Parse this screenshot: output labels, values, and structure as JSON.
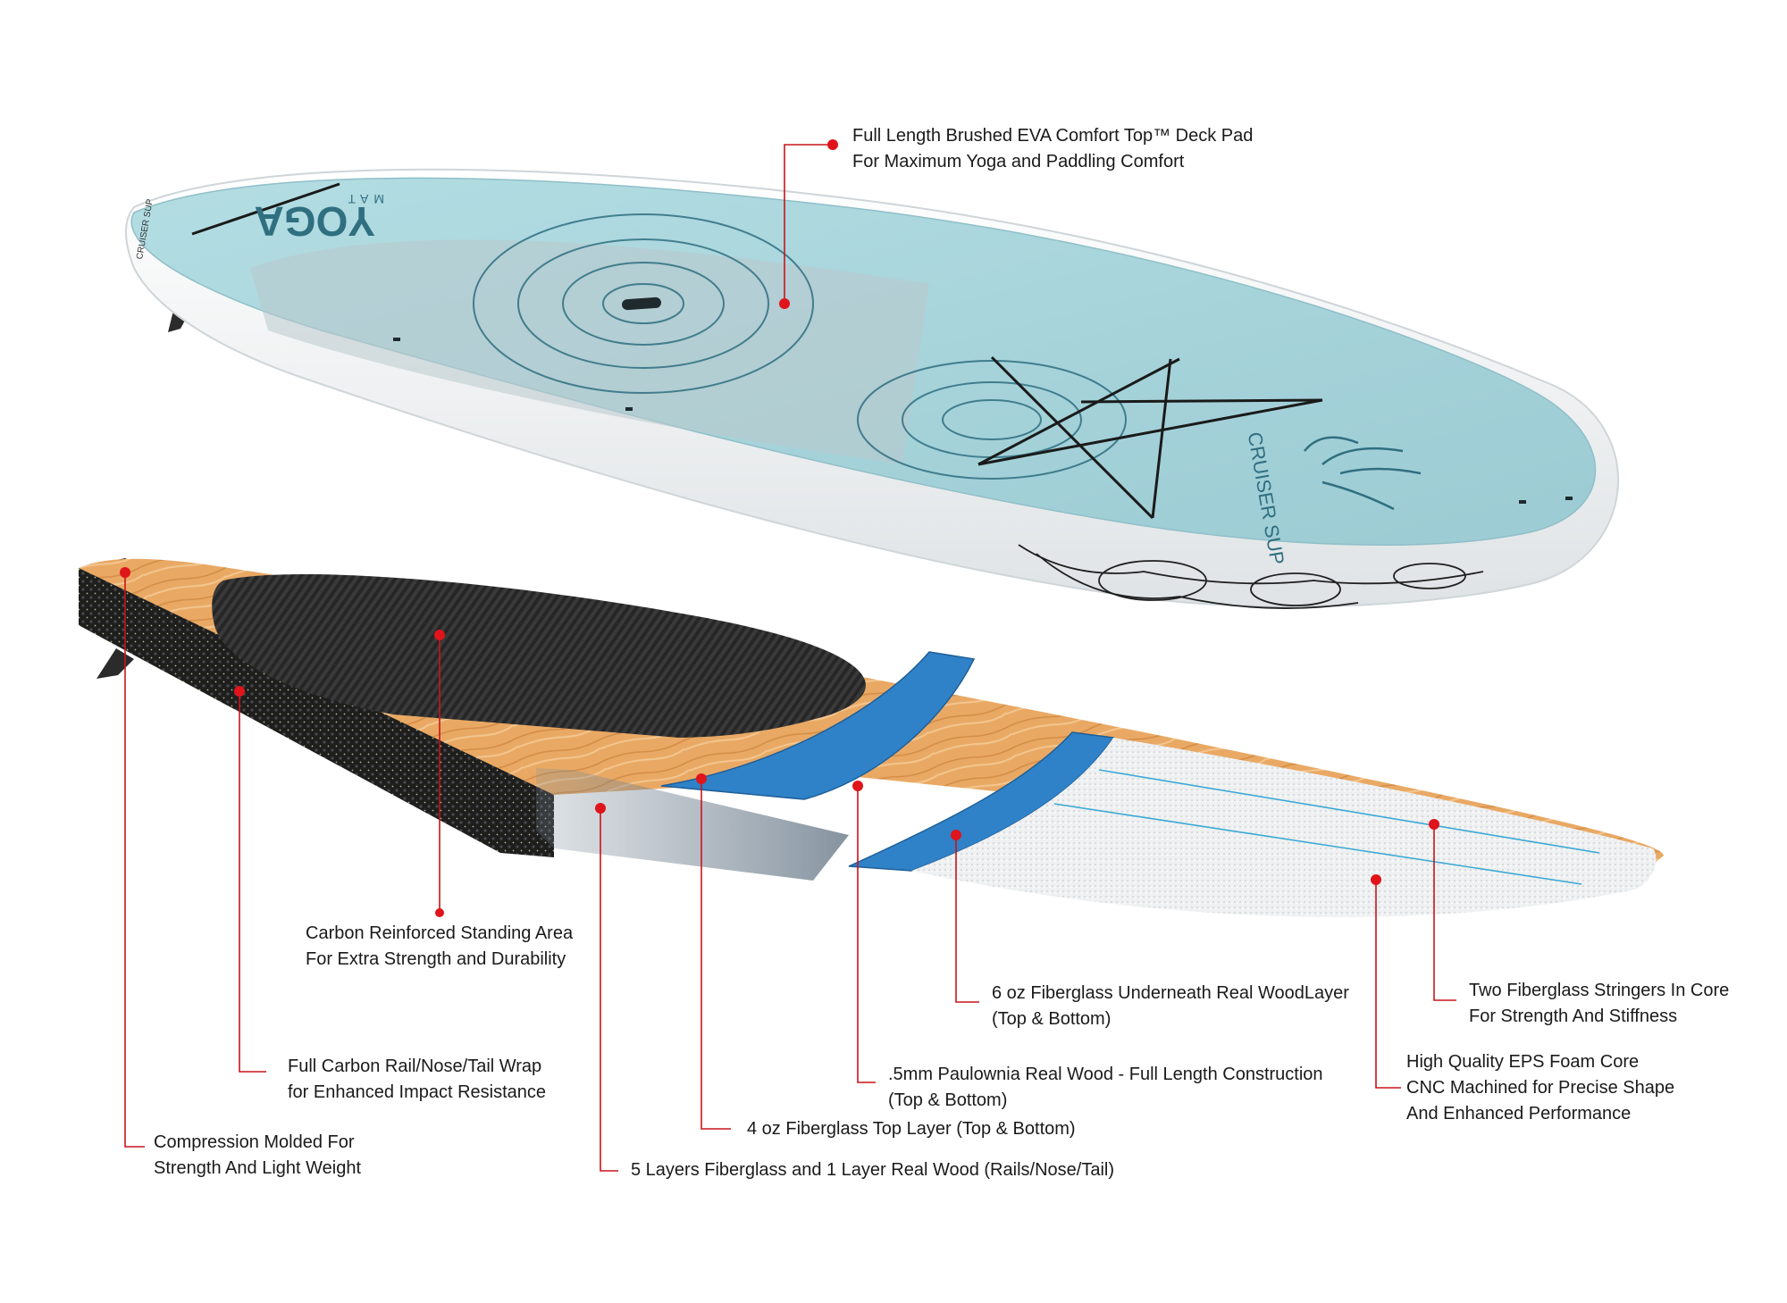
{
  "colors": {
    "leader": "#c9151b",
    "dot": "#e0141b",
    "deck_top": "#a8d3da",
    "deck_pattern": "#2f6f80",
    "wood": "#e7a361",
    "fiberglass_blue": "#2f82c7",
    "carbon": "#2a2a2a",
    "foam": "#f0f2f3",
    "hull_white": "#f4f6f7"
  },
  "board_top": {
    "brand_text": "CRUISER SUP",
    "model_text": "YOGA",
    "model_subtext": "MAT",
    "rail_brand": "CRUISER SUP"
  },
  "callouts": [
    {
      "id": "deck-pad",
      "lines": [
        "Full Length Brushed EVA Comfort Top™ Deck Pad",
        "For Maximum Yoga and Paddling Comfort"
      ]
    },
    {
      "id": "carbon-standing",
      "lines": [
        "Carbon Reinforced Standing Area",
        "For Extra Strength and Durability"
      ]
    },
    {
      "id": "carbon-rail",
      "lines": [
        "Full Carbon Rail/Nose/Tail Wrap",
        "for Enhanced Impact Resistance"
      ]
    },
    {
      "id": "compression",
      "lines": [
        "Compression Molded For",
        "Strength And Light Weight"
      ]
    },
    {
      "id": "five-layers",
      "lines": [
        "5 Layers Fiberglass and 1 Layer Real Wood (Rails/Nose/Tail)"
      ]
    },
    {
      "id": "four-oz",
      "lines": [
        "4 oz Fiberglass Top Layer (Top & Bottom)"
      ]
    },
    {
      "id": "paulownia",
      "lines": [
        ".5mm Paulownia Real Wood - Full Length Construction",
        "(Top & Bottom)"
      ]
    },
    {
      "id": "six-oz",
      "lines": [
        "6 oz Fiberglass Underneath Real WoodLayer",
        "(Top & Bottom)"
      ]
    },
    {
      "id": "eps-foam",
      "lines": [
        "High Quality EPS Foam Core",
        "CNC Machined for Precise Shape",
        "And Enhanced Performance"
      ]
    },
    {
      "id": "stringers",
      "lines": [
        "Two Fiberglass Stringers In Core",
        "For Strength And Stiffness"
      ]
    }
  ]
}
